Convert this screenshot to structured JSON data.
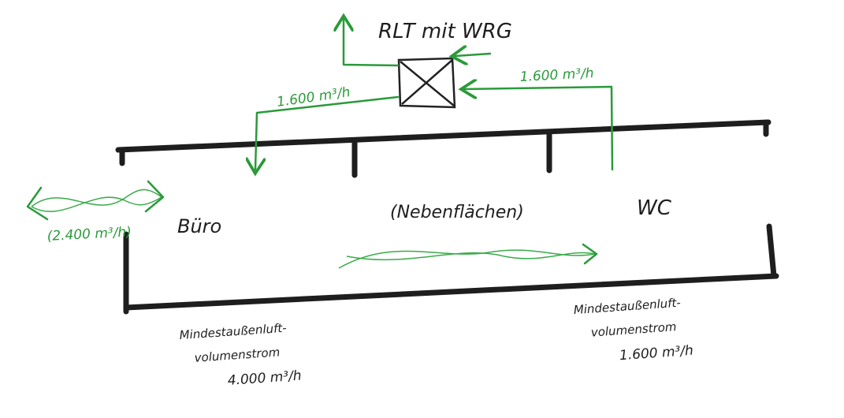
{
  "unit_title": "RLT mit WRG",
  "supply_flow": "1.600 m³/h",
  "extract_flow": "1.600 m³/h",
  "rooms": {
    "office": "Büro",
    "ancillary": "(Nebenflächen)",
    "wc": "WC"
  },
  "office_overflow": "(2.400 m³/h)",
  "office_requirement": {
    "line1": "Mindestaußenluft-",
    "line2": "volumenstrom",
    "line3": "4.000 m³/h"
  },
  "wc_requirement": {
    "line1": "Mindestaußenluft-",
    "line2": "volumenstrom",
    "line3": "1.600 m³/h"
  },
  "colors": {
    "ink": "#1e1e1e",
    "airflow": "#2a9a3a"
  }
}
